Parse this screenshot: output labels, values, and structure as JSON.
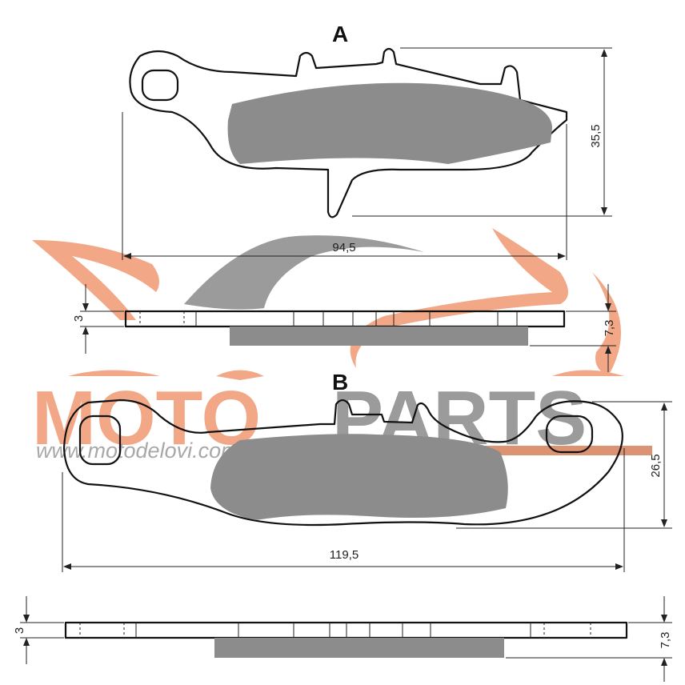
{
  "pads": {
    "a": {
      "label": "A",
      "height": "35,5",
      "width": "94,5",
      "backplate": "3",
      "thickness": "7,3"
    },
    "b": {
      "label": "B",
      "height": "26,5",
      "width": "119,5",
      "backplate": "3",
      "thickness": "7,3"
    }
  },
  "watermark": {
    "word1": "MOTO",
    "word2": "PARTS",
    "url": "www.motodelovi.com",
    "color1": "#ee8a5e",
    "color2": "#7a7a7a"
  }
}
